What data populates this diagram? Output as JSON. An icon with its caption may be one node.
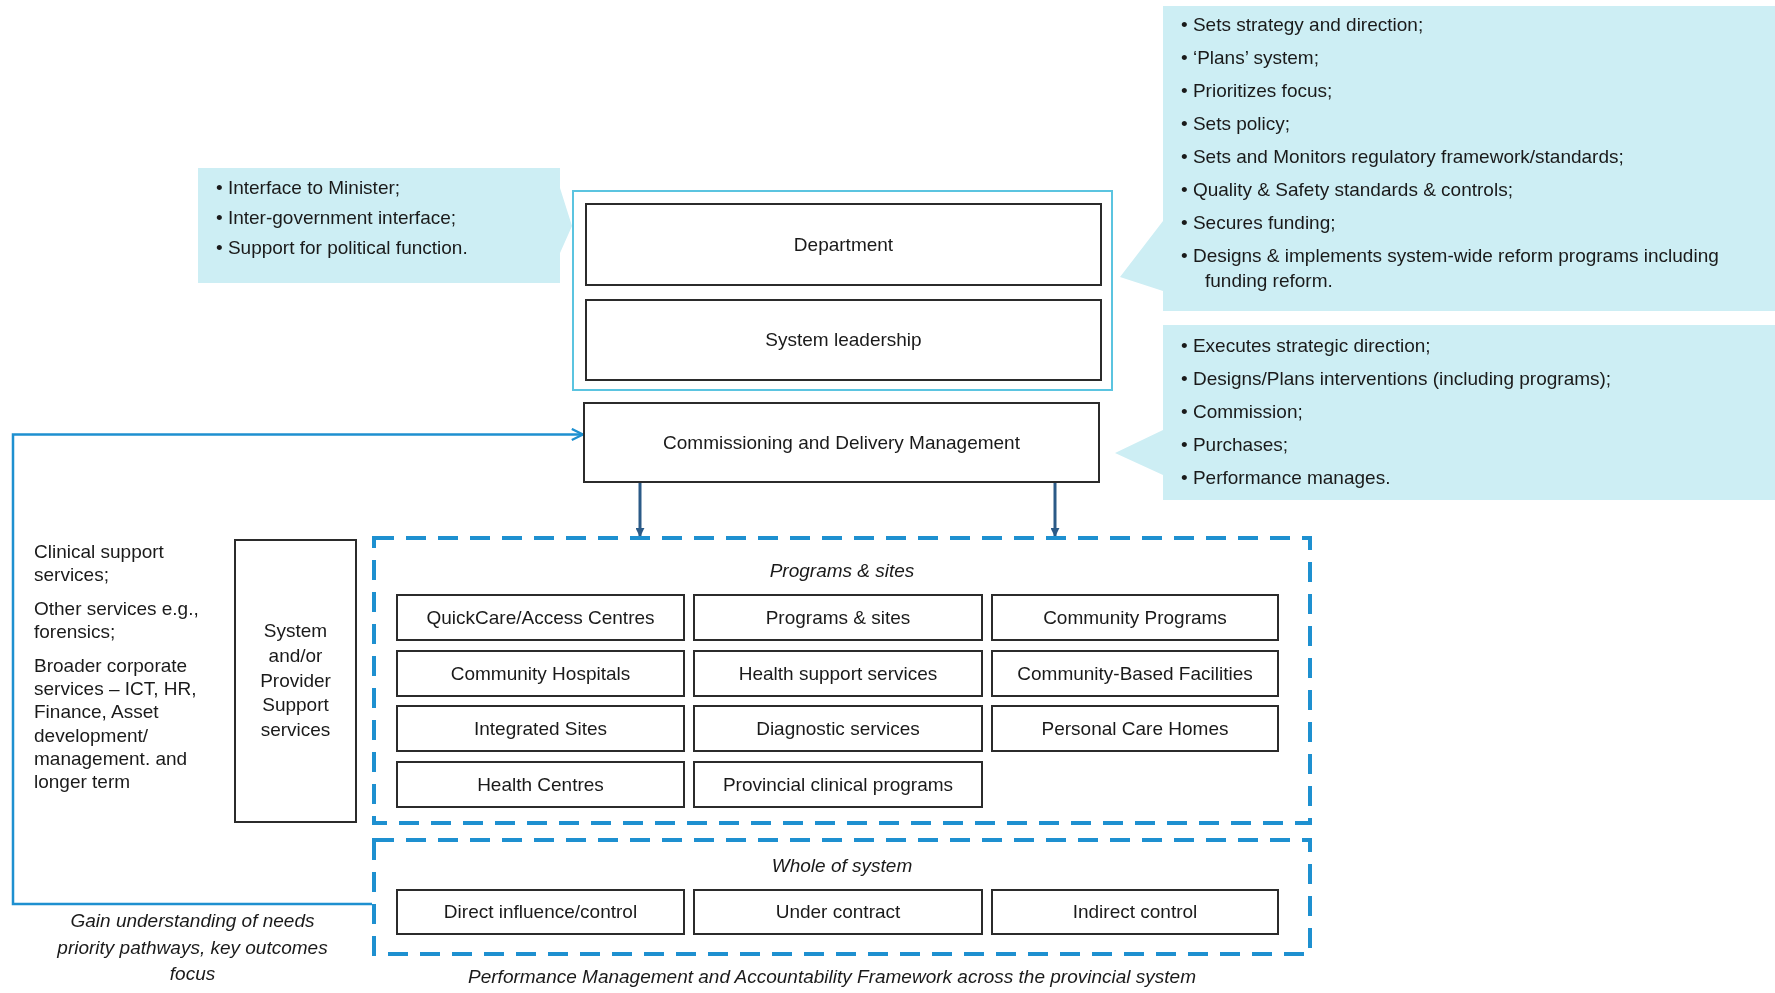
{
  "diagram": {
    "caption": "Performance Management and Accountability Framework across the provincial system",
    "nodes": [
      {
        "text": [
          "• Interface to Minister;",
          "• Inter-government interface;",
          "• Support for political function."
        ]
      },
      {
        "text": [],
        "shape": "box"
      },
      {
        "text": [
          "Department"
        ],
        "in": 1
      },
      {
        "text": [
          "System leadership"
        ],
        "in": 1
      },
      {
        "text": [
          "• Sets strategy and direction;",
          "• ‘Plans’ system;",
          "• Prioritizes focus;",
          "• Sets policy;",
          "• Sets and Monitors regulatory framework/standards;",
          "• Quality & Safety standards & controls;",
          "• Secures funding;",
          "• Designs & implements system-wide reform programs including funding reform."
        ]
      },
      {
        "text": [
          "Commissioning and Delivery Management"
        ]
      },
      {
        "text": [
          "• Executes strategic direction;",
          "• Designs/Plans interventions (including programs);",
          "• Commission;",
          "• Purchases;",
          "• Performance manages."
        ]
      },
      {
        "text": [
          "System and/or Provider Support services"
        ]
      },
      {
        "text": [
          "Programs & sites"
        ]
      },
      {
        "text": [
          "QuickCare/Access Centres"
        ],
        "in": 8
      },
      {
        "text": [
          "Programs & sites"
        ],
        "in": 8
      },
      {
        "text": [
          "Community Programs"
        ],
        "in": 8
      },
      {
        "text": [
          "Community Hospitals"
        ],
        "in": 8
      },
      {
        "text": [
          "Health support services"
        ],
        "in": 8
      },
      {
        "text": [
          "Community-Based Facilities"
        ],
        "in": 8
      },
      {
        "text": [
          "Integrated Sites"
        ],
        "in": 8
      },
      {
        "text": [
          "Diagnostic services"
        ],
        "in": 8
      },
      {
        "text": [
          "Personal Care Homes"
        ],
        "in": 8
      },
      {
        "text": [
          "Health Centres"
        ],
        "in": 8
      },
      {
        "text": [
          "Provincial clinical programs"
        ],
        "in": 8
      },
      {
        "text": [
          "Whole of system"
        ]
      },
      {
        "text": [
          "Direct influence/control"
        ],
        "in": 20
      },
      {
        "text": [
          "Under contract"
        ],
        "in": 20
      },
      {
        "text": [
          "Indirect control"
        ],
        "in": 20
      }
    ],
    "edges": [
      {
        "from": 5,
        "to": 8,
        "arrow": "to"
      },
      {
        "from": 5,
        "to": 8,
        "arrow": "to"
      },
      {
        "from": 20,
        "to": 5,
        "arrow": "to",
        "color": "#1e90d0"
      }
    ],
    "labels": [
      "Clinical support services;",
      "Other services e.g., forensics;",
      "Broader corporate services – ICT, HR, Finance, Asset development/ management. and longer term",
      "Gain understanding of needs priority pathways, key outcomes focus"
    ]
  }
}
